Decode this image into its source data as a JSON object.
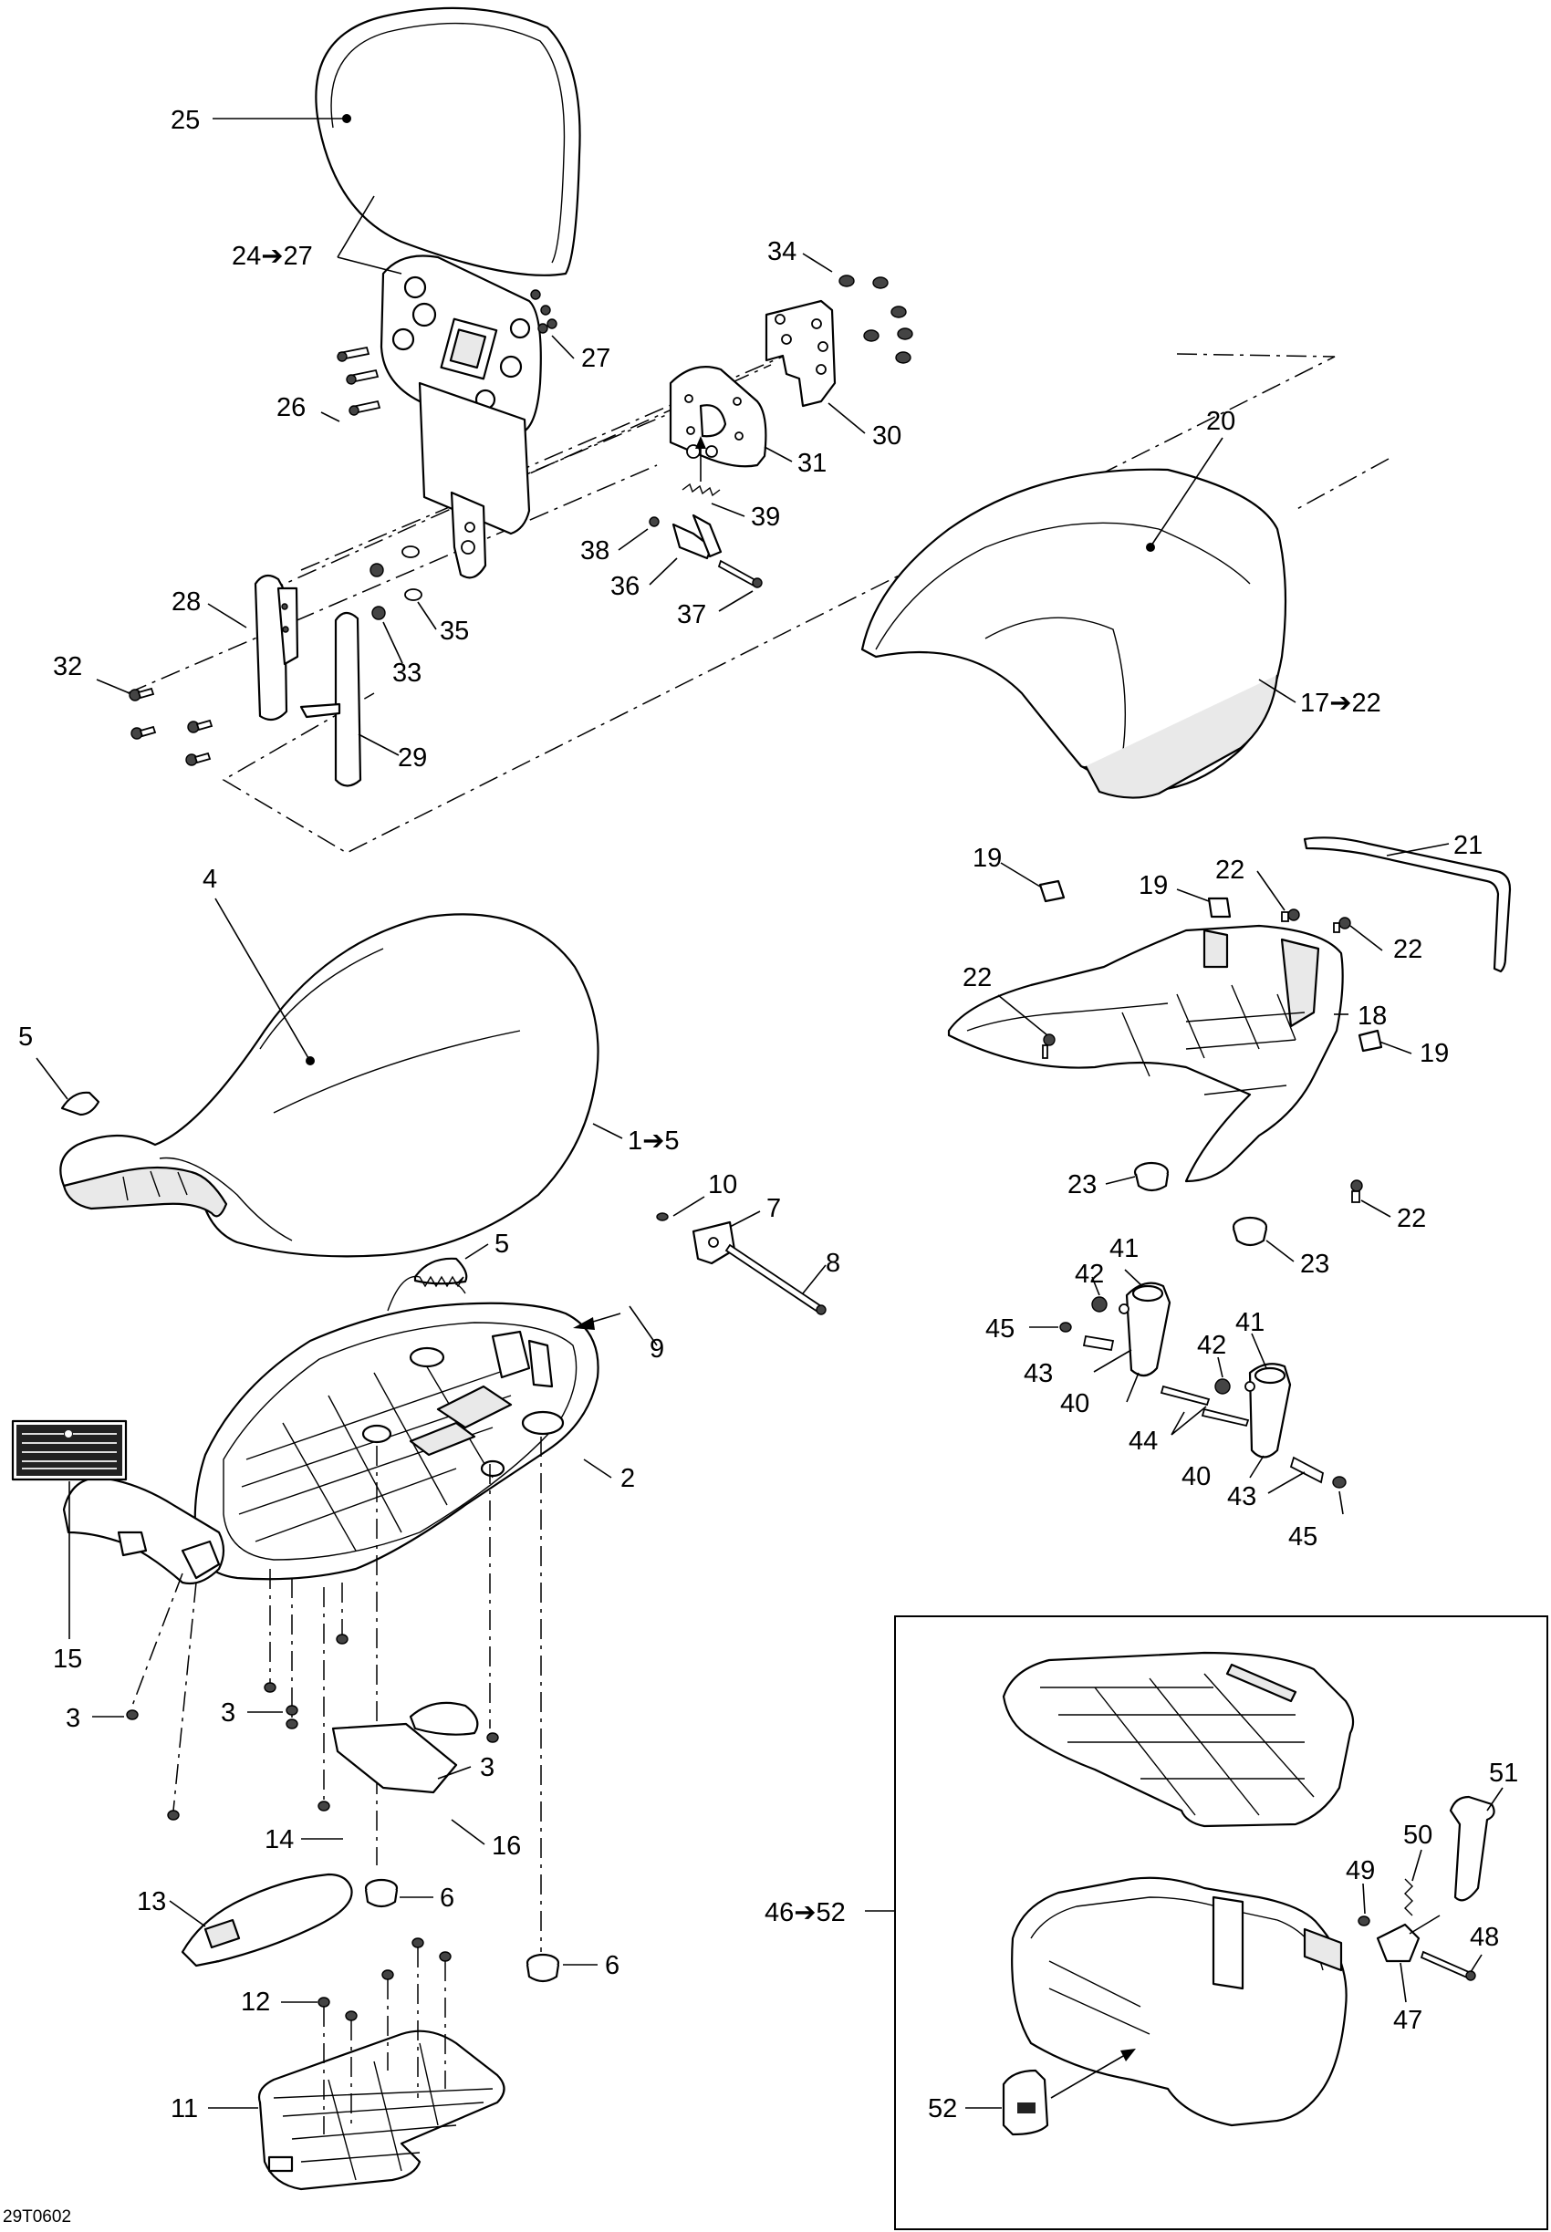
{
  "diagram": {
    "code": "29T0602",
    "callouts": [
      {
        "id": "c25",
        "text": "25"
      },
      {
        "id": "c24_27",
        "text": "24➔27"
      },
      {
        "id": "c27",
        "text": "27"
      },
      {
        "id": "c26",
        "text": "26"
      },
      {
        "id": "c34",
        "text": "34"
      },
      {
        "id": "c30",
        "text": "30"
      },
      {
        "id": "c31",
        "text": "31"
      },
      {
        "id": "c39",
        "text": "39"
      },
      {
        "id": "c38",
        "text": "38"
      },
      {
        "id": "c36",
        "text": "36"
      },
      {
        "id": "c37",
        "text": "37"
      },
      {
        "id": "c28",
        "text": "28"
      },
      {
        "id": "c32",
        "text": "32"
      },
      {
        "id": "c33",
        "text": "33"
      },
      {
        "id": "c35",
        "text": "35"
      },
      {
        "id": "c29",
        "text": "29"
      },
      {
        "id": "c20",
        "text": "20"
      },
      {
        "id": "c17_22",
        "text": "17➔22"
      },
      {
        "id": "c4",
        "text": "4"
      },
      {
        "id": "c5a",
        "text": "5"
      },
      {
        "id": "c1_5",
        "text": "1➔5"
      },
      {
        "id": "c19a",
        "text": "19"
      },
      {
        "id": "c19b",
        "text": "19"
      },
      {
        "id": "c22a",
        "text": "22"
      },
      {
        "id": "c21",
        "text": "21"
      },
      {
        "id": "c22b",
        "text": "22"
      },
      {
        "id": "c22c",
        "text": "22"
      },
      {
        "id": "c18",
        "text": "18"
      },
      {
        "id": "c19c",
        "text": "19"
      },
      {
        "id": "c23a",
        "text": "23"
      },
      {
        "id": "c22d",
        "text": "22"
      },
      {
        "id": "c23b",
        "text": "23"
      },
      {
        "id": "c10",
        "text": "10"
      },
      {
        "id": "c7",
        "text": "7"
      },
      {
        "id": "c5b",
        "text": "5"
      },
      {
        "id": "c8",
        "text": "8"
      },
      {
        "id": "c9",
        "text": "9"
      },
      {
        "id": "c2",
        "text": "2"
      },
      {
        "id": "c41a",
        "text": "41"
      },
      {
        "id": "c42a",
        "text": "42"
      },
      {
        "id": "c45a",
        "text": "45"
      },
      {
        "id": "c43a",
        "text": "43"
      },
      {
        "id": "c40a",
        "text": "40"
      },
      {
        "id": "c42b",
        "text": "42"
      },
      {
        "id": "c41b",
        "text": "41"
      },
      {
        "id": "c44",
        "text": "44"
      },
      {
        "id": "c40b",
        "text": "40"
      },
      {
        "id": "c43b",
        "text": "43"
      },
      {
        "id": "c45b",
        "text": "45"
      },
      {
        "id": "c15",
        "text": "15"
      },
      {
        "id": "c3a",
        "text": "3"
      },
      {
        "id": "c3b",
        "text": "3"
      },
      {
        "id": "c3c",
        "text": "3"
      },
      {
        "id": "c14",
        "text": "14"
      },
      {
        "id": "c16",
        "text": "16"
      },
      {
        "id": "c6a",
        "text": "6"
      },
      {
        "id": "c13",
        "text": "13"
      },
      {
        "id": "c6b",
        "text": "6"
      },
      {
        "id": "c12",
        "text": "12"
      },
      {
        "id": "c11",
        "text": "11"
      },
      {
        "id": "c51",
        "text": "51"
      },
      {
        "id": "c50",
        "text": "50"
      },
      {
        "id": "c49",
        "text": "49"
      },
      {
        "id": "c46_52",
        "text": "46➔52"
      },
      {
        "id": "c48",
        "text": "48"
      },
      {
        "id": "c47",
        "text": "47"
      },
      {
        "id": "c52",
        "text": "52"
      }
    ]
  }
}
